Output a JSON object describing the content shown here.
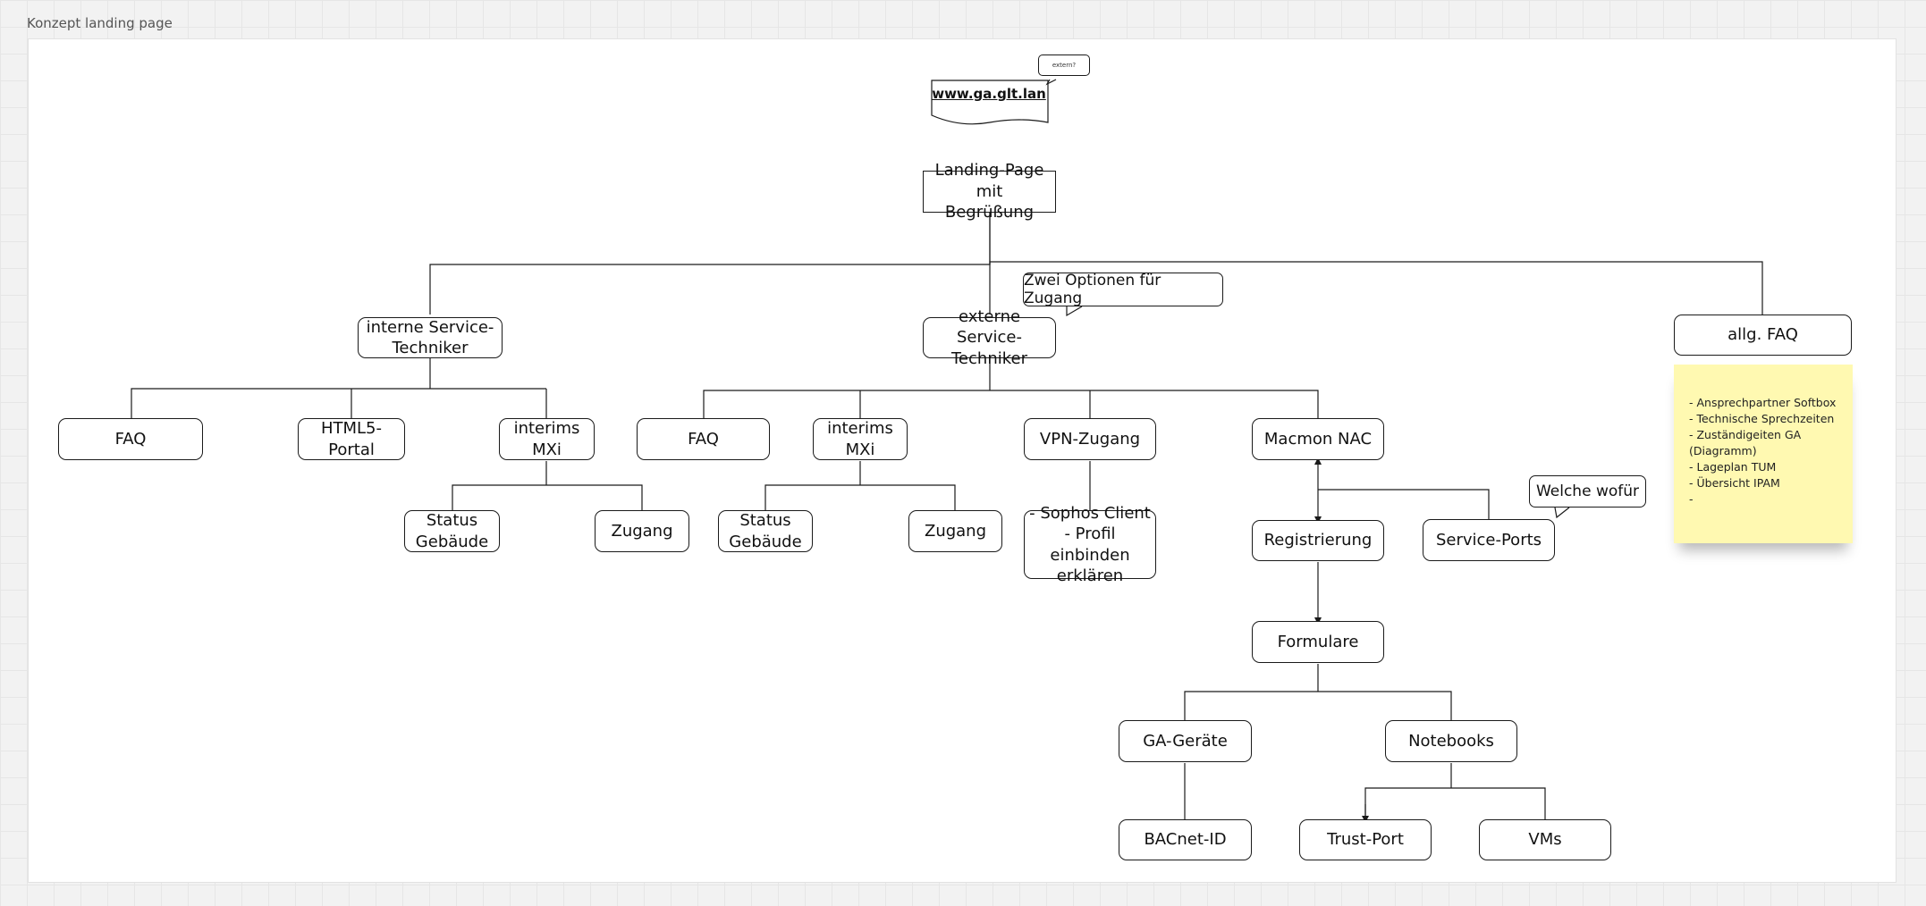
{
  "frame": {
    "title": "Konzept landing page"
  },
  "header": {
    "url_label": "www.ga.glt.lan",
    "url_comment": "extern?"
  },
  "nodes": {
    "landing_page": "Landing-Page mit\nBegrüßung",
    "interne_service": "interne Service-\nTechniker",
    "externe_service": "externe Service-\nTechniker",
    "allg_faq": "allg. FAQ",
    "int_faq": "FAQ",
    "int_html5": "HTML5-Portal",
    "int_interims": "interims MXi",
    "int_status": "Status\nGebäude",
    "int_zugang": "Zugang",
    "ext_faq": "FAQ",
    "ext_interims": "interims MXi",
    "ext_status": "Status\nGebäude",
    "ext_zugang": "Zugang",
    "vpn": "VPN-Zugang",
    "vpn_detail": "- Sophos Client\n- Profil einbinden\nerklären",
    "macmon": "Macmon NAC",
    "registrierung": "Registrierung",
    "service_ports": "Service-Ports",
    "formulare": "Formulare",
    "ga_geraete": "GA-Geräte",
    "notebooks": "Notebooks",
    "bacnet": "BACnet-ID",
    "trust_port": "Trust-Port",
    "vms": "VMs"
  },
  "comments": {
    "zwei_optionen": "Zwei Optionen für Zugang",
    "welche_wofuer": "Welche wofür"
  },
  "sticky_note": {
    "items": [
      "- Ansprechpartner Softbox",
      "- Technische Sprechzeiten",
      "- Zuständigeiten GA",
      "(Diagramm)",
      "- Lageplan TUM",
      "- Übersicht IPAM",
      "-"
    ]
  },
  "colors": {
    "canvas": "#f2f2f2",
    "frame": "#ffffff",
    "line": "#1a1a1a",
    "sticky": "#fff9b1"
  }
}
